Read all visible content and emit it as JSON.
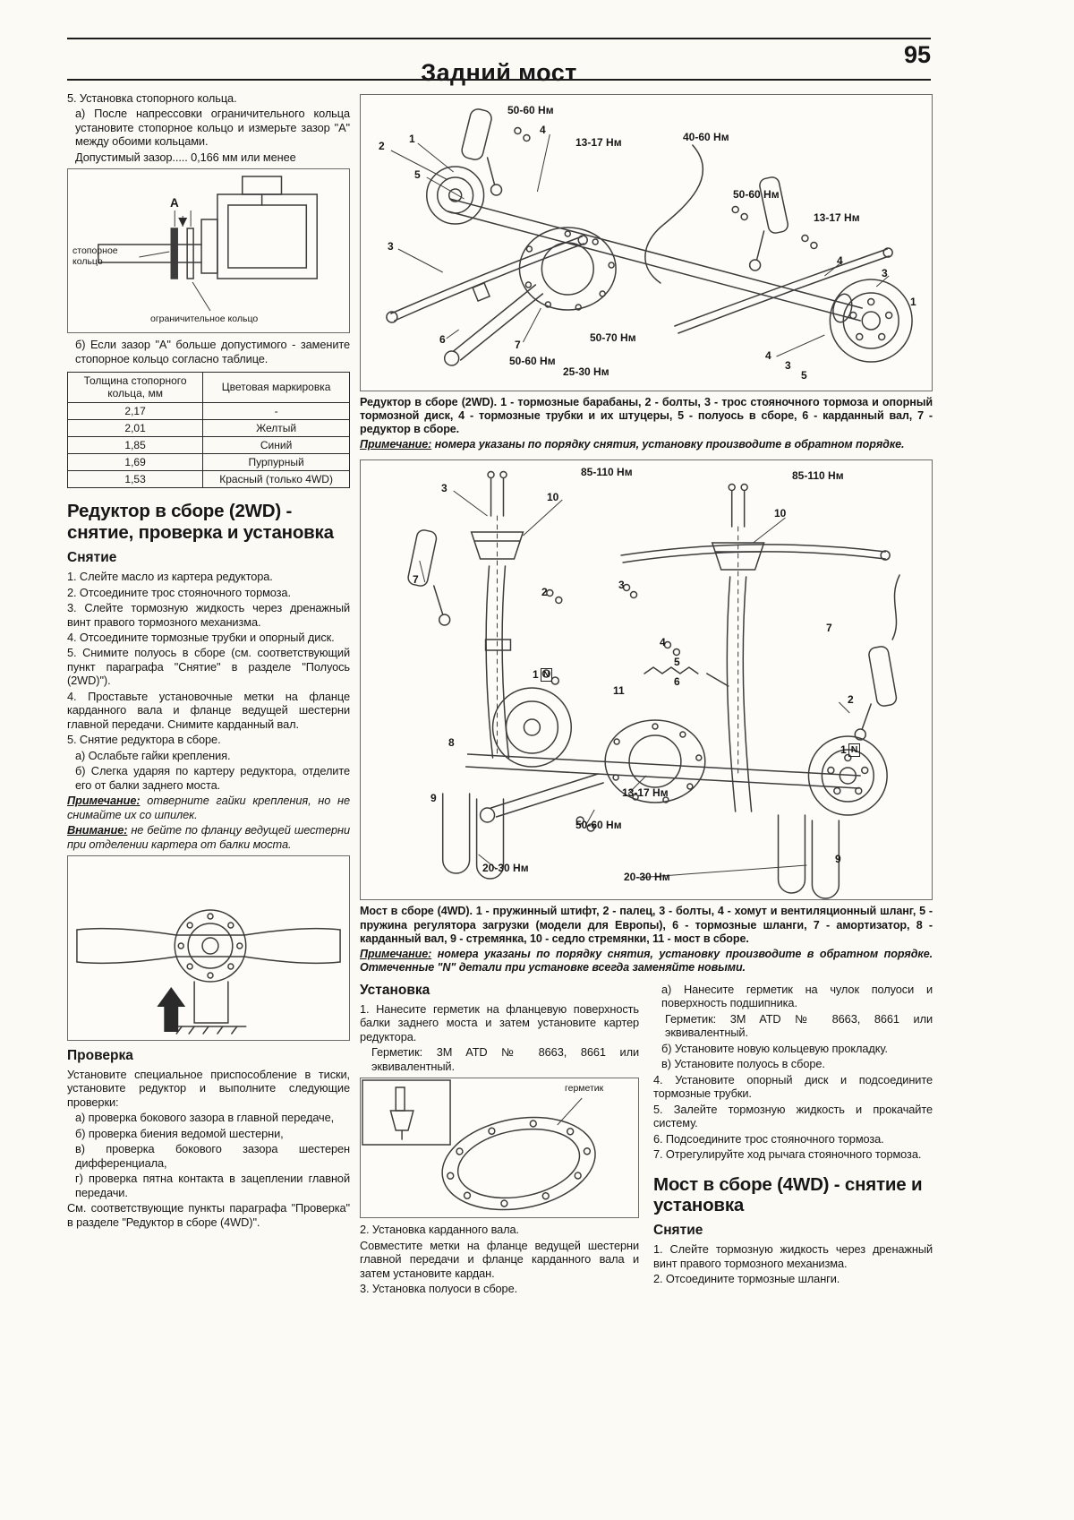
{
  "colors": {
    "paper": "#fbfaf5",
    "ink": "#161616"
  },
  "header": {
    "title": "Задний мост",
    "page_number": "95"
  },
  "left": {
    "snap": {
      "step": "5. Установка стопорного кольца.",
      "sub_a": "а) После напрессовки ограничительного кольца установите стопорное кольцо и измерьте зазор \"А\" между обоими кольцами.",
      "gap_spec": "Допустимый зазор..... 0,166 мм или менее",
      "fig": {
        "snap_ring_label": "стопорное кольцо",
        "gap_label": "А",
        "limit_ring_label": "ограничительное кольцо"
      },
      "sub_b": "б) Если зазор \"А\" больше допустимого - замените стопорное кольцо согласно таблице."
    },
    "table": {
      "col1": "Толщина стопорного кольца, мм",
      "col2": "Цветовая маркировка",
      "rows": [
        {
          "t": "2,17",
          "c": "-"
        },
        {
          "t": "2,01",
          "c": "Желтый"
        },
        {
          "t": "1,85",
          "c": "Синий"
        },
        {
          "t": "1,69",
          "c": "Пурпурный"
        },
        {
          "t": "1,53",
          "c": "Красный (только 4WD)"
        }
      ]
    },
    "reducer": {
      "heading": "Редуктор в сборе (2WD) - снятие, проверка и установка",
      "removal_title": "Снятие",
      "steps": [
        "1. Слейте масло из картера редуктора.",
        "2. Отсоедините трос стояночного тормоза.",
        "3. Слейте тормозную жидкость через дренажный винт правого тормозного механизма.",
        "4. Отсоедините тормозные трубки и опорный диск.",
        "5. Снимите полуось в сборе (см. соответствующий пункт параграфа \"Снятие\" в разделе \"Полуось (2WD)\").",
        "4. Проставьте установочные метки на фланце карданного вала и фланце ведущей шестерни главной передачи. Снимите карданный вал.",
        "5. Снятие редуктора в сборе.",
        "а) Ослабьте гайки крепления.",
        "б) Слегка ударяя по картеру редуктора, отделите его от балки заднего моста."
      ],
      "note_label": "Примечание:",
      "note_text": "отверните гайки крепления, но не снимайте их со шпилек.",
      "warn_label": "Внимание:",
      "warn_text": "не бейте по фланцу ведущей шестерни при отделении картера от балки моста."
    },
    "check": {
      "heading": "Проверка",
      "intro": "Установите специальное приспособление в тиски, установите редуктор и выполните следующие проверки:",
      "items": [
        "а) проверка бокового зазора в главной передаче,",
        "б) проверка биения ведомой шестерни,",
        "в) проверка бокового зазора шестерен дифференциала,",
        "г) проверка пятна контакта в зацеплении главной передачи."
      ],
      "outro": "См. соответствующие пункты параграфа \"Проверка\" в разделе \"Редуктор в сборе (4WD)\"."
    }
  },
  "fig2wd": {
    "torques": [
      "50-60 Нм",
      "13-17 Нм",
      "40-60 Нм",
      "50-60 Нм",
      "13-17 Нм",
      "50-70 Нм",
      "50-60 Нм",
      "25-30 Нм"
    ],
    "numbers": [
      "2",
      "1",
      "4",
      "5",
      "3",
      "6",
      "7",
      "4",
      "3",
      "1",
      "4",
      "3",
      "5"
    ],
    "caption": "Редуктор в сборе (2WD). 1 - тормозные барабаны, 2 - болты, 3 - трос стояночного тормоза и опорный тормозной диск, 4 - тормозные трубки и их штуцеры, 5 - полуось в сборе, 6 - карданный вал, 7 - редуктор в сборе.",
    "note_label": "Примечание:",
    "note_text": "номера указаны по порядку снятия, установку производите в обратном порядке."
  },
  "fig4wd": {
    "torques": [
      "85-110 Нм",
      "85-110 Нм",
      "13-17 Нм",
      "50-60 Нм",
      "20-30 Нм",
      "20-30 Нм"
    ],
    "numbers": [
      "3",
      "10",
      "10",
      "7",
      "2",
      "3",
      "7",
      "4",
      "5",
      "6",
      "11",
      "2",
      "8",
      "9",
      "9",
      "1",
      "1"
    ],
    "n_label": "N",
    "caption": "Мост в сборе (4WD). 1 - пружинный штифт, 2 - палец, 3 - болты, 4 - хомут и вентиляционный шланг, 5 - пружина регулятора загрузки (модели для Европы), 6 - тормозные шланги, 7 - амортизатор, 8 - карданный вал, 9 - стремянка, 10 - седло стремянки, 11 - мост в сборе.",
    "note_label": "Примечание:",
    "note_text": "номера указаны по порядку снятия, установку производите в обратном порядке. Отмеченные \"N\" детали при установке всегда заменяйте новыми."
  },
  "install": {
    "heading": "Установка",
    "p1": "1. Нанесите герметик на фланцевую поверхность балки заднего моста и затем установите картер редуктора.",
    "sealant": "Герметик: 3M ATD № 8663, 8661 или эквивалентный.",
    "fig_label": "герметик",
    "p2a": "2. Установка карданного вала.",
    "p2b": "Совместите метки на фланце ведущей шестерни главной передачи и фланце карданного вала и затем установите кардан.",
    "p3": "3. Установка полуоси в сборе."
  },
  "install_right": {
    "items": [
      "а) Нанесите герметик на чулок полуоси и поверхность подшипника.",
      "Герметик: 3M ATD № 8663, 8661 или эквивалентный.",
      "б) Установите новую кольцевую прокладку.",
      "в) Установите полуось в сборе.",
      "4. Установите опорный диск и подсоедините тормозные трубки.",
      "5. Залейте тормозную жидкость и прокачайте систему.",
      "6. Подсоедините трос стояночного тормоза.",
      "7. Отрегулируйте ход рычага стояночного тормоза."
    ]
  },
  "axle4wd": {
    "heading": "Мост в сборе (4WD) - снятие и установка",
    "removal_title": "Снятие",
    "steps": [
      "1. Слейте тормозную жидкость через дренажный винт правого тормозного механизма.",
      "2. Отсоедините тормозные шланги."
    ]
  }
}
